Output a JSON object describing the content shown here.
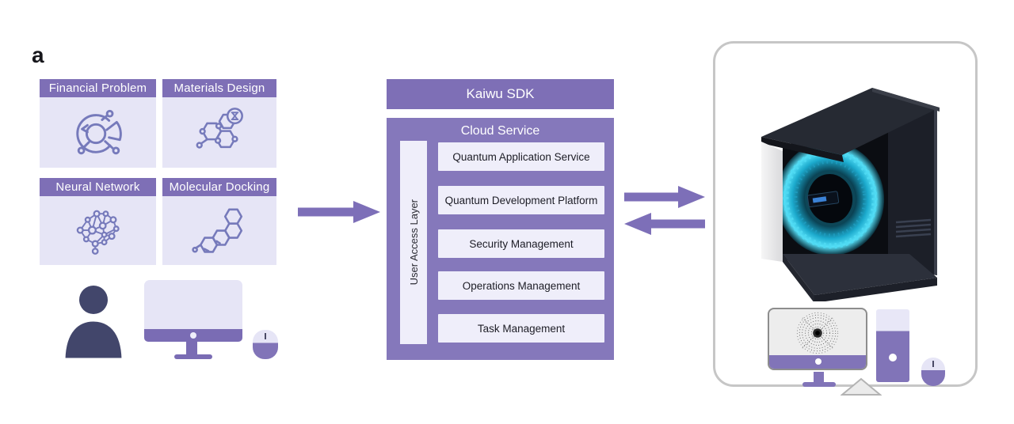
{
  "panel_label": "a",
  "applications": {
    "financial": {
      "label": "Financial Problem",
      "icon": "donut-chart-icon"
    },
    "materials": {
      "label": "Materials Design",
      "icon": "molecule-hexagon-icon"
    },
    "neural": {
      "label": "Neural Network",
      "icon": "brain-network-icon"
    },
    "docking": {
      "label": "Molecular Docking",
      "icon": "steroid-molecule-icon"
    }
  },
  "user_station": {
    "icons": [
      "person-icon",
      "monitor-icon",
      "mouse-icon"
    ]
  },
  "sdk_bar": {
    "title": "Kaiwu SDK"
  },
  "cloud": {
    "title": "Cloud Service",
    "access_layer_label": "User Access Layer",
    "services": [
      "Quantum Application Service",
      "Quantum Development Platform",
      "Security Management",
      "Operations Management",
      "Task Management"
    ]
  },
  "flow": {
    "arrows": [
      "apps-to-cloud-right",
      "cloud-to-qpu-right",
      "qpu-to-cloud-left"
    ]
  },
  "qpu_panel": {
    "machine": "quantum-computer-photo",
    "icons": [
      "workstation-monitor-icon",
      "graph-sphere-display",
      "tower-pc-icon",
      "mouse-icon",
      "up-pointer-triangle"
    ]
  },
  "colors": {
    "purple_header": "#7e6fb6",
    "purple_cloud": "#8578bb",
    "lavender_card": "#e6e5f6",
    "inner_box": "#efeefa",
    "arrow_purple": "#7d6fb8",
    "person_navy": "#42466b",
    "panel_border_gray": "#c6c6c6",
    "ring_cyan": "#41d3f0"
  }
}
